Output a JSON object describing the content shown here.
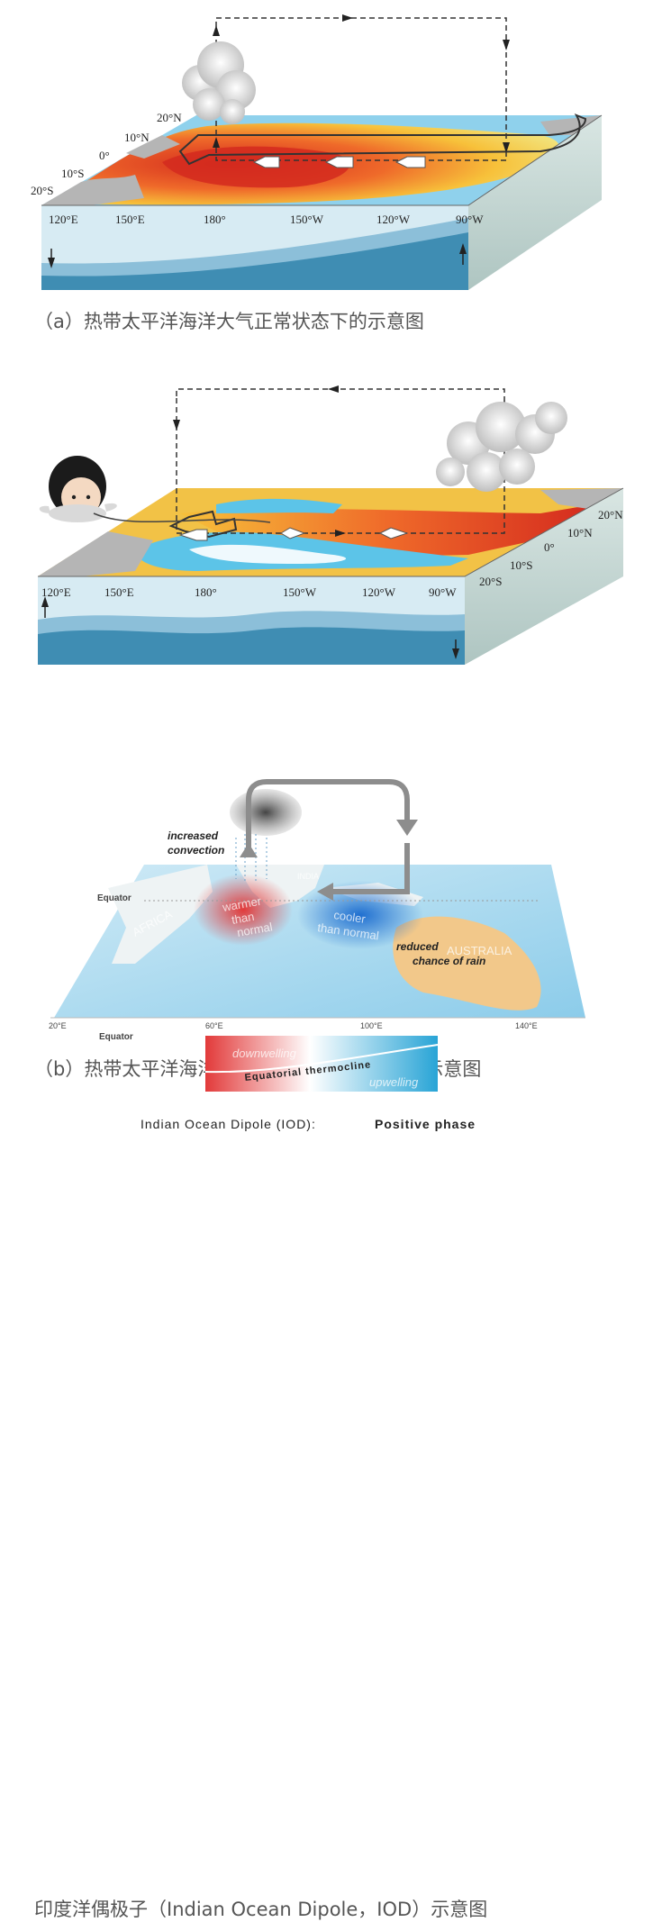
{
  "panel_a": {
    "caption": "（a）热带太平洋海洋大气正常状态下的示意图",
    "lat_labels": [
      "20°N",
      "10°N",
      "0°",
      "10°S",
      "20°S"
    ],
    "lon_labels": [
      "120°E",
      "150°E",
      "180°",
      "150°W",
      "120°W",
      "90°W"
    ]
  },
  "panel_b": {
    "caption": "（b）热带太平洋海洋大气在厄尔尼诺事件下的示意图",
    "lat_labels": [
      "20°N",
      "10°N",
      "0°",
      "10°S",
      "20°S"
    ],
    "lon_labels": [
      "120°E",
      "150°E",
      "180°",
      "150°W",
      "120°W",
      "90°W"
    ]
  },
  "panel_c": {
    "caption": "印度洋偶极子（Indian Ocean Dipole，IOD）示意图",
    "increased_convection": [
      "increased",
      "convection"
    ],
    "equator_top": "Equator",
    "equator_bottom": "Equator",
    "africa": "AFRICA",
    "australia": "AUSTRALIA",
    "india": "INDIA",
    "warmer": [
      "warmer",
      "than",
      "normal"
    ],
    "cooler": [
      "cooler",
      "than normal"
    ],
    "reduced_rain": [
      "reduced",
      "chance of rain"
    ],
    "lon_labels": [
      "20°E",
      "60°E",
      "100°E",
      "140°E"
    ],
    "downwelling": "downwelling",
    "thermocline": "Equatorial thermocline",
    "upwelling": "upwelling",
    "title_prefix": "Indian Ocean Dipole (IOD):",
    "title_phase": "Positive phase"
  },
  "colors": {
    "warm_core": "#d42a1e",
    "warm_mid": "#ef6a2a",
    "warm_edge": "#f7c13a",
    "cool": "#5cc4e8",
    "ocean_surface": "#d7ebf3",
    "ocean_deep": "#3f8db3",
    "land": "#b5b5b5"
  }
}
